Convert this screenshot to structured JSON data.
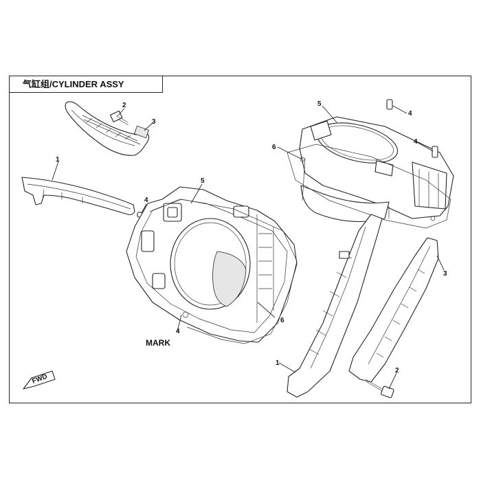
{
  "title": "气缸组/CYLINDER ASSY",
  "callouts": {
    "c1": "1",
    "c2": "2",
    "c3": "3",
    "c4": "4",
    "c5": "5",
    "c6": "6",
    "c7": "4",
    "c8": "5",
    "c9": "6",
    "c10": "4",
    "c11": "4",
    "c12": "3",
    "c13": "1",
    "c14": "2"
  },
  "mark_label": "MARK",
  "fwd_label": "FWD"
}
